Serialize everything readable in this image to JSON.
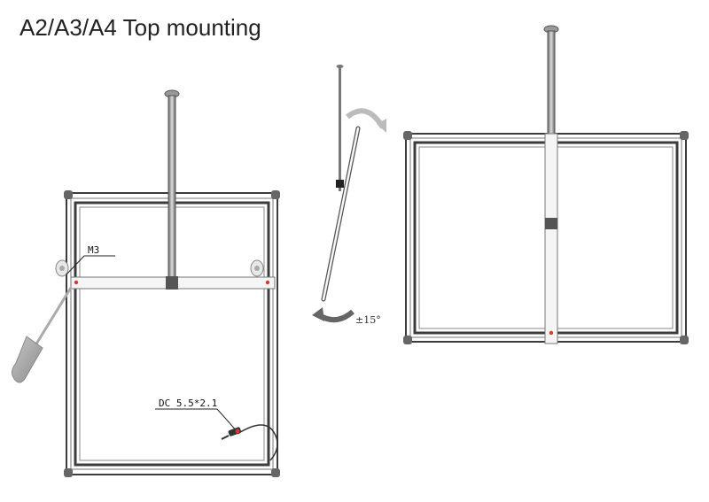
{
  "title": "A2/A3/A4 Top mounting",
  "labels": {
    "screw": "M3",
    "power": "DC 5.5*2.1",
    "angle": "±15°"
  },
  "colors": {
    "frame": "#4a4a4a",
    "rail": "#f2f2f2",
    "accent": "#d43a2a",
    "tool": "#9e9e9e"
  }
}
